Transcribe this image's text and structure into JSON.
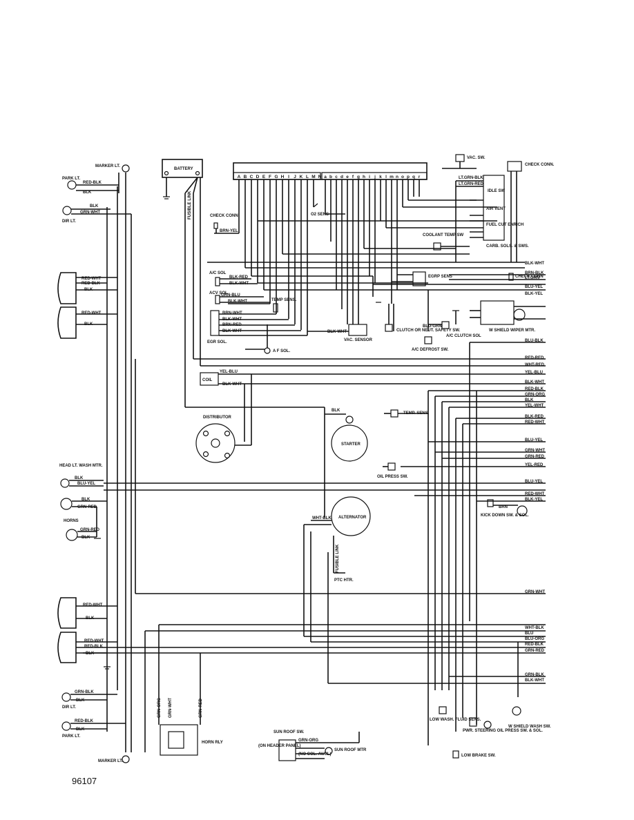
{
  "figure_number": "96107",
  "connector_upper_pins": [
    "A",
    "B",
    "C",
    "D",
    "E",
    "F",
    "G",
    "H",
    "I",
    "J",
    "K",
    "L",
    "M",
    "N"
  ],
  "connector_lower_pins": [
    "a",
    "b",
    "c",
    "d",
    "e",
    "f",
    "g",
    "h",
    "i",
    "j",
    "k",
    "l",
    "m",
    "n",
    "o",
    "p",
    "q",
    "r"
  ],
  "components": {
    "battery": "BATTERY",
    "marker_lt_top": "MARKER LT.",
    "park_lt_top": "PARK LT.",
    "dir_lt_top": "DIR LT.",
    "check_conn_left": "CHECK CONN",
    "vac_sw": "VAC. SW.",
    "check_conn_right": "CHECK CONN.",
    "idle_sw": "IDLE SW",
    "air_vent": "AIR VENT",
    "fuel_cut": "FUEL CUT ENRICH",
    "coolant_temp_sw": "COOLANT TEMP SW",
    "carb_sols": "CARB. SOLS. & SWS.",
    "o2_sens": "O2 SENS",
    "ac_sol": "A/C SOL",
    "acv_sol": "ACV SOL",
    "temp_sens_upper": "TEMP SENS.",
    "egr_sol": "EGR SOL.",
    "vac_sensor": "VAC. SENSOR",
    "egrp_sens": "EGRP SENS",
    "check_conn_mid": "CHECK CONN",
    "clutch_neut": "CLUTCH OR NEUT. SAFETY SW.",
    "ac_clutch": "A/C CLUTCH SOL",
    "ac_defrost": "A/C DEFROST SW.",
    "w_shield_wiper": "W SHIELD WIPER MTR.",
    "af_sol": "A F SOL.",
    "coil": "COIL",
    "distributor": "DISTRIBUTOR",
    "temp_sens_lower": "TEMP. SENS.",
    "starter": "STARTER",
    "oil_press_sw": "OIL PRESS SW.",
    "head_lt_wash": "HEAD LT. WASH MTR.",
    "horns": "HORNS",
    "alternator": "ALTERNATOR",
    "ptc_htr": "PTC HTR.",
    "kick_down": "KICK DOWN SW. & SOL.",
    "dir_lt_bottom": "DIR LT.",
    "park_lt_bottom": "PARK LT.",
    "marker_lt_bottom": "MARKER LT.",
    "horn_rly": "HORN RLY",
    "sun_roof_sw": "SUN ROOF SW.",
    "on_header": "(ON HEADER PANEL)",
    "no_col": "(NO COL. AVAIL)",
    "sun_roof_mtr": "SUN ROOF MTR",
    "low_wash": "LOW WASH. FLUID SENS.",
    "pwr_steering": "PWR. STEERING OIL PRESS SW. & SOL.",
    "low_brake": "LOW BRAKE SW.",
    "w_shield_wash": "W SHIELD WASH SW."
  },
  "right_edge_wires": [
    "BLK-WHT",
    "BRN-BLK",
    "LT.GRN",
    "BLU-YEL",
    "BLK-YEL",
    "BLU-BLK",
    "RED-RED",
    "WHT-RED",
    "YEL-BLU",
    "BLK-WHT",
    "RED-BLK",
    "GRN-ORG",
    "BLK",
    "YEL-WHT",
    "BLK-RED",
    "RED-WHT",
    "BLU-YEL",
    "GRN-WHT",
    "GRN-RED",
    "YEL-RED",
    "BLU-YEL",
    "RED-WHT",
    "BLK-YEL",
    "GRN-WHT",
    "WHT-BLK",
    "BLU",
    "BLU-ORG",
    "RED-BLK",
    "GRN-RED",
    "GRN-BLK",
    "BLK-WHT"
  ],
  "wire_labels": {
    "red_blk": "RED-BLK",
    "blk": "BLK",
    "grn_wht": "GRN-WHT",
    "red_wht": "RED-WHT",
    "brn_yel": "BRN-YEL",
    "blk_red": "BLK-RED",
    "blk_wht": "BLK-WHT",
    "grn_blu": "GRN-BLU",
    "brn_wht": "BRN-WHT",
    "brn_red": "BRN-RED",
    "blu_yel": "BLU-YEL",
    "grn_red": "GRN-RED",
    "grn_blk": "GRN-BLK",
    "grn_org": "GRN-ORG",
    "yel_blu": "YEL-BLU",
    "brn": "BRN",
    "blu_grn": "BLU-GRN",
    "wht_blk": "WHT-BLK",
    "lt_grn_blk": "LT.GRN-BLK",
    "lt_grn_red": "LT.GRN-RED",
    "fusible_link": "FUSIBLE LINK"
  }
}
